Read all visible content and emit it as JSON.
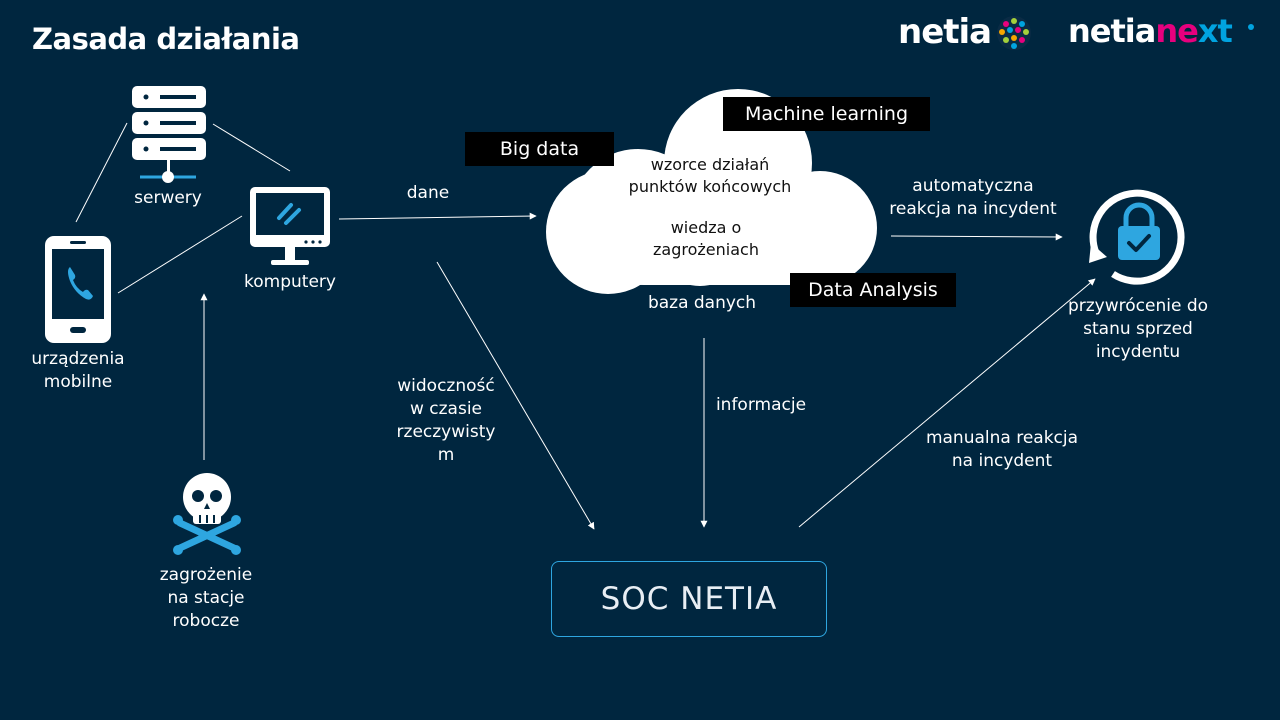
{
  "title": "Zasada działania",
  "logos": {
    "netia": "netia",
    "netianext_part1": "netia",
    "netianext_part2": "ne",
    "netianext_part3": "xt"
  },
  "nodes": {
    "servers": "serwery",
    "computers": "komputery",
    "mobile": [
      "urządzenia",
      "mobilne"
    ],
    "threat": [
      "zagrożenie",
      "na stacje",
      "robocze"
    ],
    "restore": [
      "przywrócenie do",
      "stanu sprzed",
      "incydentu"
    ],
    "soc": "SOC NETIA"
  },
  "cloud": {
    "line1": [
      "wzorce działań",
      "punktów końcowych"
    ],
    "line2": [
      "wiedza o",
      "zagrożeniach"
    ],
    "database": "baza danych"
  },
  "tags": {
    "big_data": "Big data",
    "machine_learning": "Machine learning",
    "data_analysis": "Data Analysis"
  },
  "edge_labels": {
    "data": "dane",
    "auto": [
      "automatyczna",
      "reakcja na incydent"
    ],
    "visibility": [
      "widoczność",
      "w czasie",
      "rzeczywisty",
      "m"
    ],
    "information": "informacje",
    "manual": [
      "manualna reakcja",
      "na incydent"
    ]
  },
  "colors": {
    "background": "#00263f",
    "accent_blue": "#2ea6e0",
    "icon_white": "#ffffff",
    "tag_bg": "#000000"
  }
}
